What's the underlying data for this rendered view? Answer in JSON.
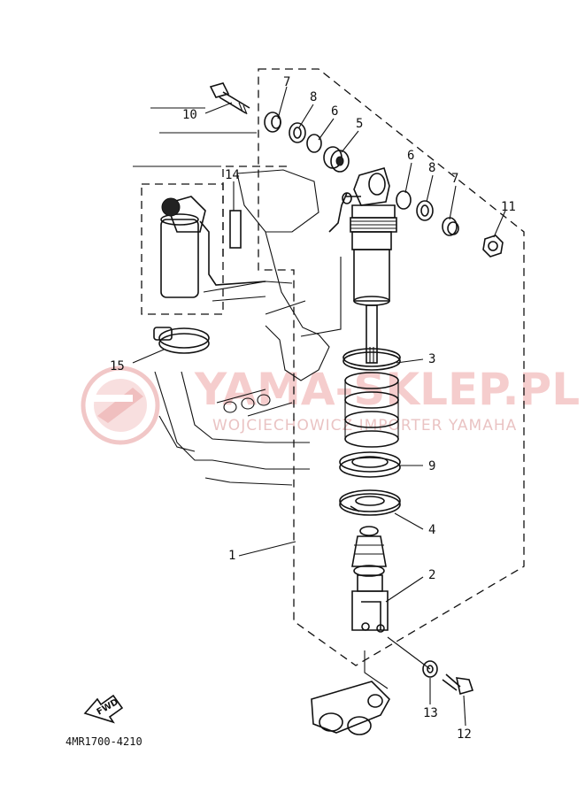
{
  "diagram": {
    "callouts": [
      {
        "id": "c1",
        "label": "1"
      },
      {
        "id": "c2",
        "label": "2"
      },
      {
        "id": "c3",
        "label": "3"
      },
      {
        "id": "c4",
        "label": "4"
      },
      {
        "id": "c5",
        "label": "5"
      },
      {
        "id": "c6a",
        "label": "6"
      },
      {
        "id": "c6b",
        "label": "6"
      },
      {
        "id": "c7a",
        "label": "7"
      },
      {
        "id": "c7b",
        "label": "7"
      },
      {
        "id": "c8a",
        "label": "8"
      },
      {
        "id": "c8b",
        "label": "8"
      },
      {
        "id": "c9",
        "label": "9"
      },
      {
        "id": "c10",
        "label": "10"
      },
      {
        "id": "c11",
        "label": "11"
      },
      {
        "id": "c12",
        "label": "12"
      },
      {
        "id": "c13",
        "label": "13"
      },
      {
        "id": "c14",
        "label": "14"
      },
      {
        "id": "c15",
        "label": "15"
      }
    ],
    "fwd_label": "FWD",
    "diagram_code": "4MR1700-4210"
  },
  "watermark": {
    "site": "YAMA-SKLEP.PL",
    "tagline": "WOJCIECHOWICZ IMPORTER YAMAHA"
  },
  "colors": {
    "line": "#111111",
    "watermark": "#f2b8b8"
  }
}
